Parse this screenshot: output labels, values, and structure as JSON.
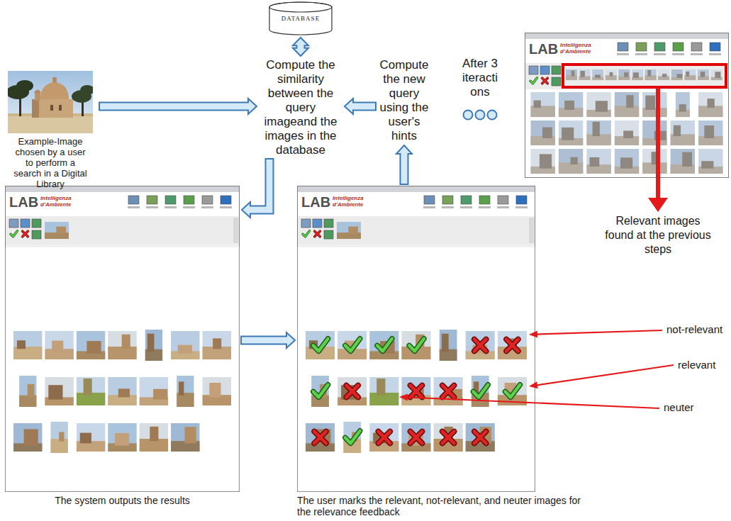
{
  "diagram": {
    "nodes": [
      {
        "text": [
          "DATABASE"
        ]
      },
      {
        "text": [
          "Example-Image chosen by a user to perform a search in a Digital Library"
        ]
      },
      {
        "text": [
          "Compute the similarity between the query imageand the images in the database"
        ]
      },
      {
        "text": [
          "Compute the new query using the user's hints"
        ]
      },
      {
        "text": [
          "LAB",
          "Intelligenza d'Ambiente"
        ]
      },
      {
        "text": [
          "LAB",
          "Intelligenza d'Ambiente",
          "The system outputs the results"
        ]
      },
      {
        "text": [
          "LAB",
          "Intelligenza d'Ambiente",
          "The user marks the relevant, not-relevant, and neuter images for the relevance feedback"
        ]
      }
    ],
    "edges": [
      {
        "from": 1,
        "to": 2,
        "arrow": "to"
      },
      {
        "from": 0,
        "to": 2,
        "arrow": "both"
      },
      {
        "from": 3,
        "to": 2,
        "arrow": "to"
      },
      {
        "from": 2,
        "to": 5,
        "arrow": "to"
      },
      {
        "from": 5,
        "to": 6,
        "arrow": "to"
      },
      {
        "from": 6,
        "to": 3,
        "arrow": "to"
      }
    ],
    "labels": [
      "After 3 iteracti ons",
      "Relevant images found at the previous steps",
      "not-relevant",
      "relevant",
      "neuter"
    ]
  }
}
